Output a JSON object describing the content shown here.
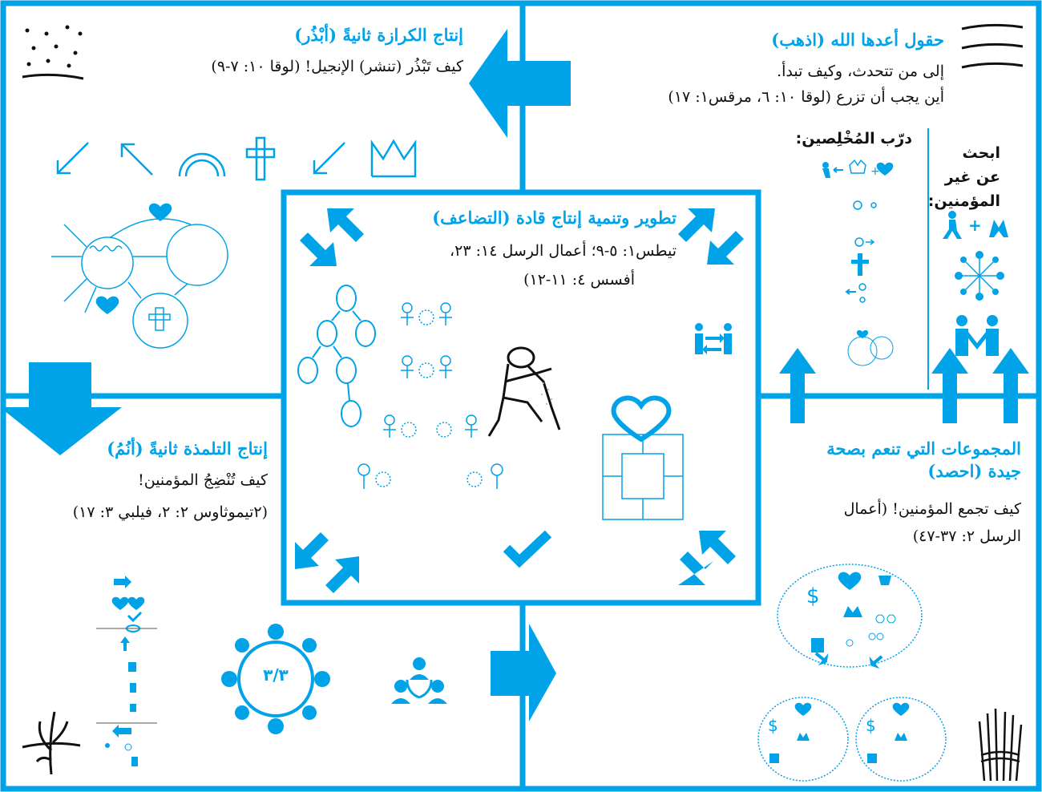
{
  "quadrants": {
    "top_right": {
      "title": "حقول أعدها الله (اذهب)",
      "lines": [
        "إلى من تتحدث، وكيف تبدأ.",
        "أين يجب أن تزرع (لوقا ١٠: ٦، مرقس١: ١٧)"
      ],
      "search_label_lines": [
        "ابحث",
        "عن غير",
        "المؤمنين:"
      ],
      "train_label": "درّب المُخْلِصين:"
    },
    "top_left": {
      "title": "إنتاج الكرازة ثانيةً (أبْذُر)",
      "lines": [
        "كيف تَبْذُر (تنشر) الإنجيل! (لوقا ١٠: ٧-٩)"
      ]
    },
    "center": {
      "title": "تطوير وتنمية إنتاج قادة (التضاعف)",
      "lines": [
        "تيطس١: ٥-٩؛ أعمال الرسل ١٤: ٢٣،",
        "أفسس ٤: ١١-١٢)"
      ]
    },
    "bottom_left": {
      "title": "إنتاج التلمذة ثانيةً (أنُمُ)",
      "lines": [
        "كيف تُنْضِجُ المؤمنين!",
        "(٢تيموثاوس ٢: ٢، فيلبي ٣: ١٧)"
      ],
      "circle_label": "٣/٣"
    },
    "bottom_right": {
      "title_lines": [
        "المجموعات التي تنعم بصحة",
        "جيدة (احصد)"
      ],
      "lines": [
        "كيف تجمع المؤمنين! (أعمال",
        "الرسل ٢: ٣٧-٤٧)"
      ]
    }
  },
  "icons": {
    "dollar_symbol": "$",
    "arrow_row": [
      "arrow-down-left",
      "arrow-up-left",
      "rainbow",
      "cross",
      "arrow-down-left",
      "crown"
    ]
  },
  "colors": {
    "accent": "#00a2e8",
    "text": "#111111",
    "background": "#ffffff"
  }
}
